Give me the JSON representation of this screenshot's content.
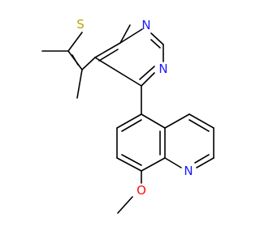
{
  "molecule": {
    "atom_labels": {
      "S": "S",
      "N_top": "N",
      "N_right": "N",
      "N_quinoline": "N",
      "O": "O"
    },
    "colors": {
      "sulfur": "#b5a600",
      "nitrogen": "#1a1aff",
      "oxygen": "#ff0d0d",
      "bond": "#000000",
      "background": "#ffffff"
    }
  }
}
